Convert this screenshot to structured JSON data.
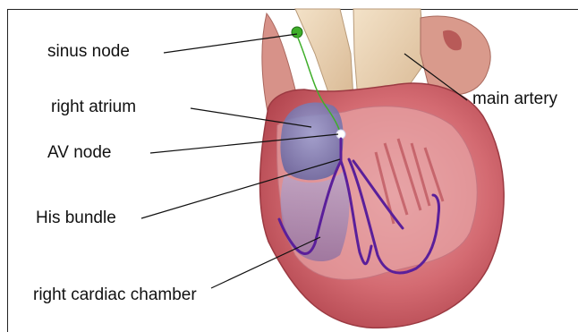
{
  "diagram": {
    "labels": {
      "sinus_node": "sinus node",
      "right_atrium": "right atrium",
      "av_node": "AV node",
      "his_bundle": "His bundle",
      "right_cardiac_chamber": "right cardiac chamber",
      "main_artery": "main artery"
    }
  }
}
